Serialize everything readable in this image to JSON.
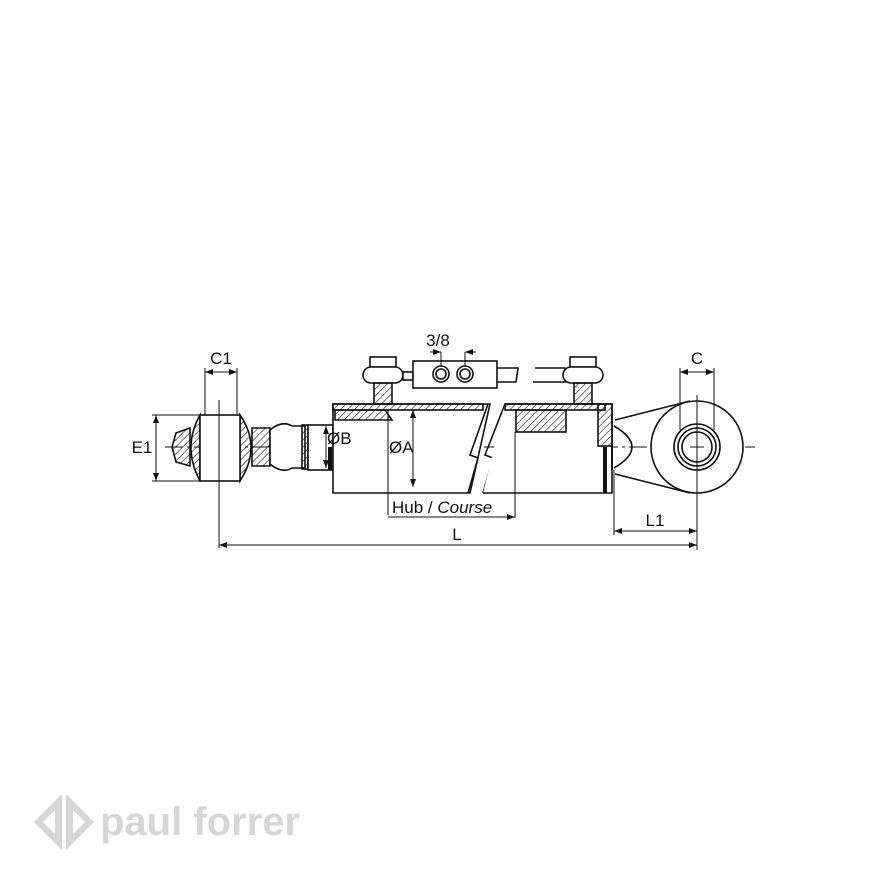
{
  "drawing": {
    "labels": {
      "c1": "C1",
      "e1": "E1",
      "fitting": "3/8",
      "c": "C",
      "diam_b": "ØB",
      "diam_a": "ØA",
      "stroke_de": "Hub",
      "stroke_sep": " / ",
      "stroke_fr": "Course",
      "l1": "L1",
      "l": "L"
    }
  },
  "logo": {
    "text": "paul forrer"
  },
  "colors": {
    "line": "#111111",
    "logo": "#d6d6d6"
  }
}
